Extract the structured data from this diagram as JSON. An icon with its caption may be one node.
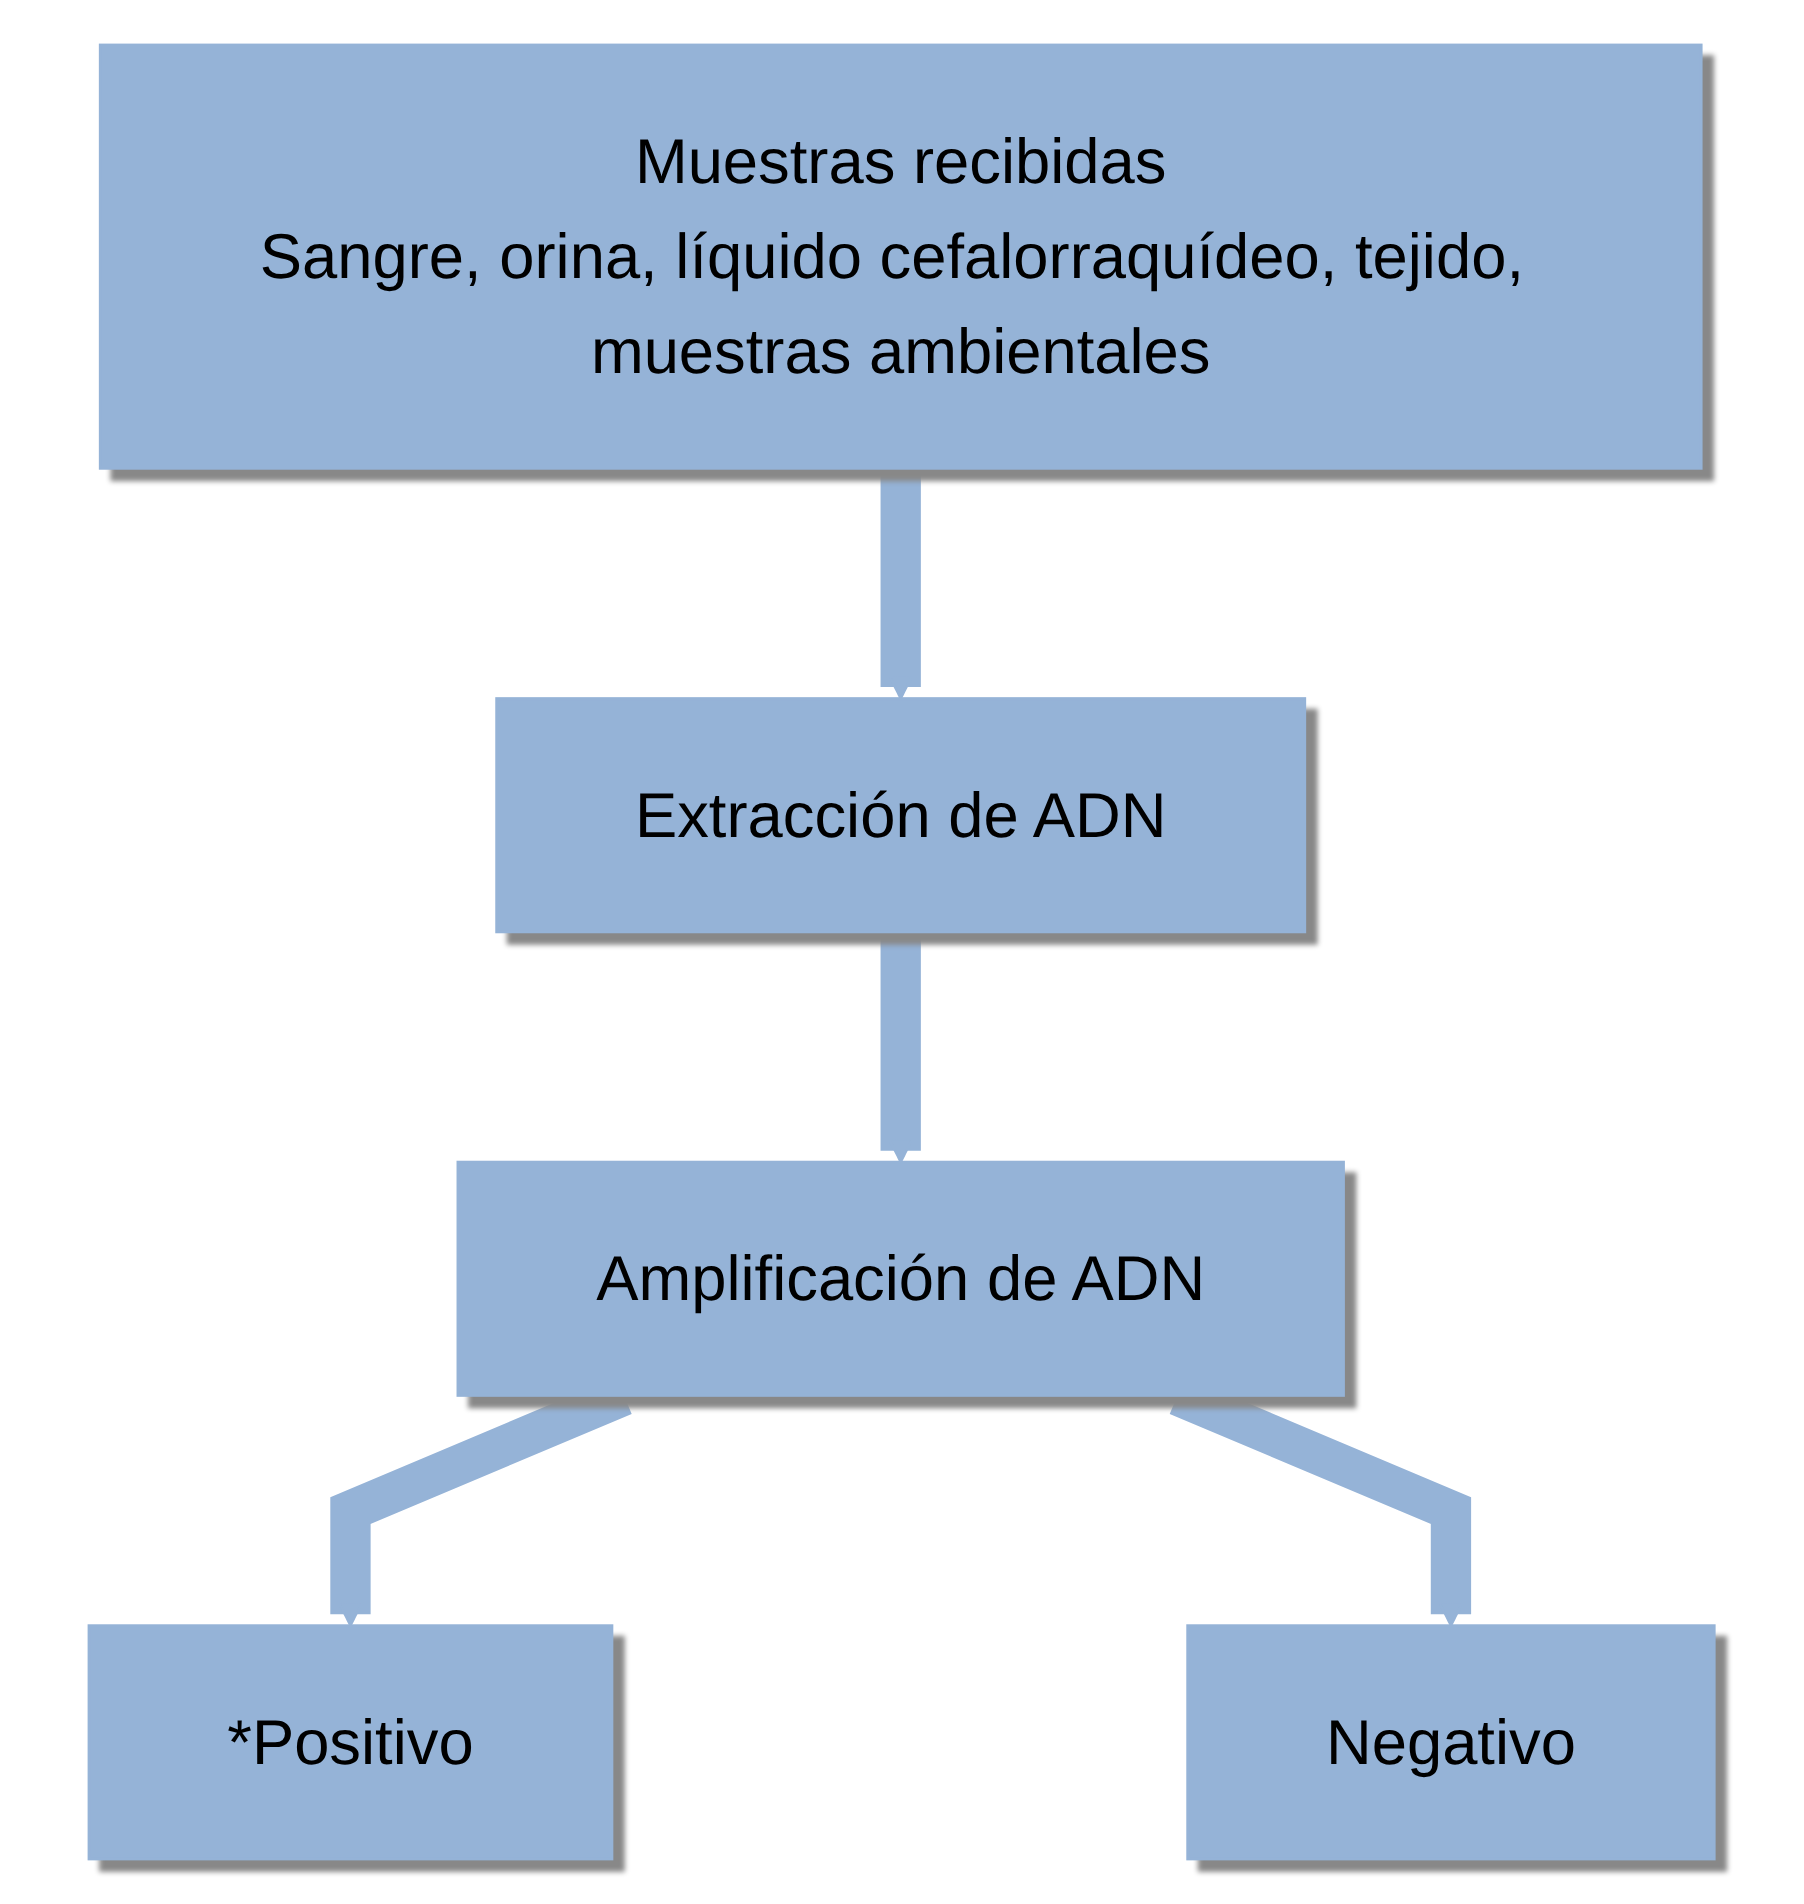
{
  "diagram": {
    "nodes": [
      {
        "text": [
          "Muestras recibidas",
          "Sangre, orina, líquido cefalorraquídeo, tejido, muestras ambientales"
        ]
      },
      {
        "text": [
          "Extracción de ADN"
        ]
      },
      {
        "text": [
          "Amplificación de ADN"
        ]
      },
      {
        "text": [
          "*Positivo"
        ]
      },
      {
        "text": [
          "Negativo"
        ]
      }
    ],
    "edges": [
      {
        "from": 0,
        "to": 1,
        "arrow": "to"
      },
      {
        "from": 1,
        "to": 2,
        "arrow": "to"
      },
      {
        "from": 2,
        "to": 3,
        "arrow": "to"
      },
      {
        "from": 2,
        "to": 4,
        "arrow": "to"
      }
    ]
  }
}
